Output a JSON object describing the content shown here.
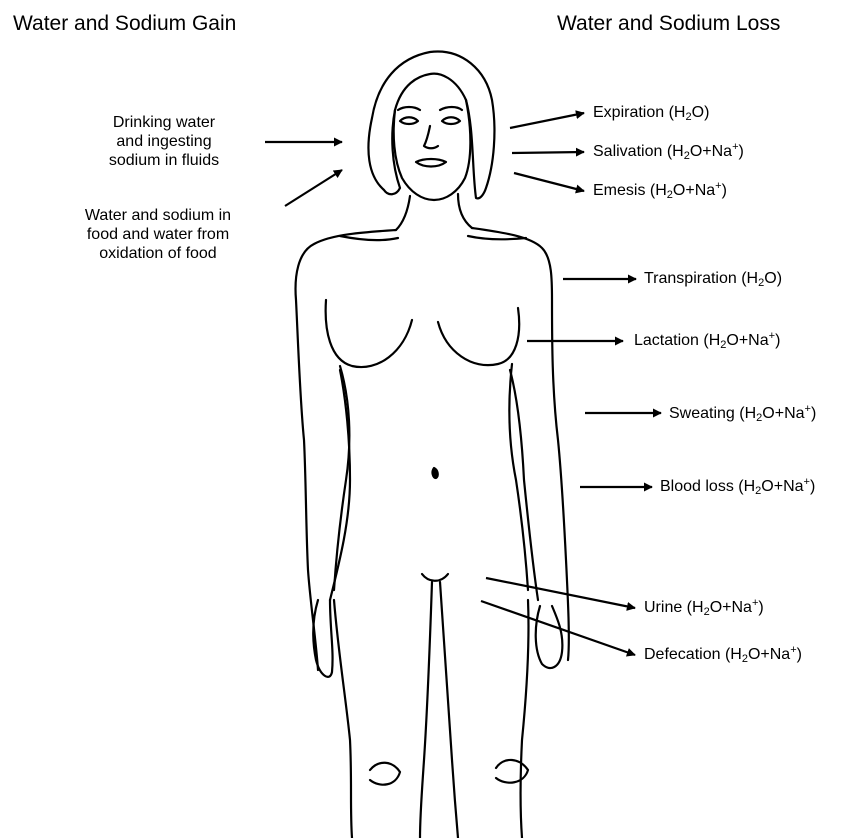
{
  "headings": {
    "gain": "Water and Sodium Gain",
    "loss": "Water and Sodium Loss"
  },
  "gain_sources": [
    {
      "lines": [
        "Drinking water",
        "and ingesting",
        "sodium in fluids"
      ]
    },
    {
      "lines": [
        "Water and sodium in",
        "food and water from",
        "oxidation of food"
      ]
    }
  ],
  "loss_routes": [
    {
      "name": "Expiration",
      "open": " (H",
      "sub": "2",
      "mid": "O",
      "sup": "",
      "close": ")"
    },
    {
      "name": "Salivation",
      "open": " (H",
      "sub": "2",
      "mid": "O+Na",
      "sup": "+",
      "close": ")"
    },
    {
      "name": "Emesis",
      "open": " (H",
      "sub": "2",
      "mid": "O+Na",
      "sup": "+",
      "close": ")"
    },
    {
      "name": "Transpiration",
      "open": " (H",
      "sub": "2",
      "mid": "O",
      "sup": "",
      "close": ")"
    },
    {
      "name": "Lactation",
      "open": " (H",
      "sub": "2",
      "mid": "O+Na",
      "sup": "+",
      "close": ")"
    },
    {
      "name": "Sweating",
      "open": " (H",
      "sub": "2",
      "mid": "O+Na",
      "sup": "+",
      "close": ")"
    },
    {
      "name": "Blood loss",
      "open": " (H",
      "sub": "2",
      "mid": "O+Na",
      "sup": "+",
      "close": ")"
    },
    {
      "name": "Urine",
      "open": " (H",
      "sub": "2",
      "mid": "O+Na",
      "sup": "+",
      "close": ")"
    },
    {
      "name": "Defecation",
      "open": " (H",
      "sub": "2",
      "mid": "O+Na",
      "sup": "+",
      "close": ")"
    }
  ],
  "colors": {
    "ink": "#000000",
    "background": "#ffffff"
  }
}
